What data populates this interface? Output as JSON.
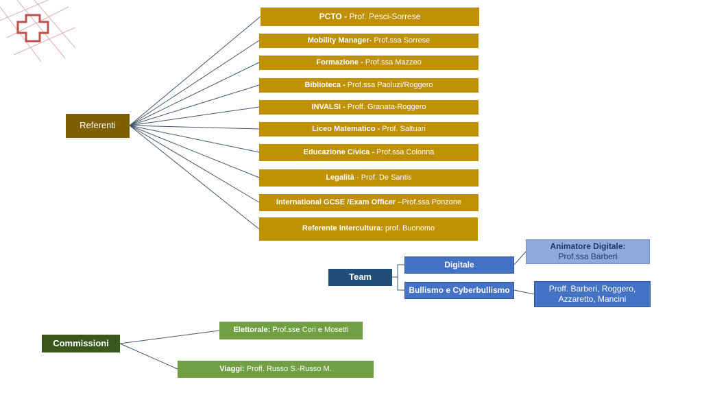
{
  "colors": {
    "referenti_root": "#7f6000",
    "referenti_item": "#bf9000",
    "team_root": "#1f4e79",
    "team_item": "#4472c4",
    "animatore": "#8eaadb",
    "commissioni_root": "#38581e",
    "commissioni_item": "#70a043",
    "connector": "#44546a"
  },
  "referenti": {
    "label": "Referenti",
    "items": [
      {
        "bold": "PCTO - ",
        "text": "Prof. Pesci-Sorrese"
      },
      {
        "bold": "Mobility Manager- ",
        "text": "Prof.ssa Sorrese"
      },
      {
        "bold": "Formazione - ",
        "text": "Prof.ssa Mazzeo"
      },
      {
        "bold": "Biblioteca - ",
        "text": "Prof.ssa Paoluzi/Roggero"
      },
      {
        "bold": "INVALSI - ",
        "text": "Proff. Granata-Roggero"
      },
      {
        "bold": "Liceo Matematico - ",
        "text": "Prof. Saltuari"
      },
      {
        "bold": "Educazione Civica - ",
        "text": "Prof.ssa Colonna"
      },
      {
        "bold": "Legalità ",
        "text": "- Prof. De Santis"
      },
      {
        "bold": "International GCSE /Exam Officer ",
        "text": "–Prof.ssa Ponzone"
      },
      {
        "bold": "Referente intercultura: ",
        "text": "prof. Buonomo"
      }
    ]
  },
  "team": {
    "label": "Team",
    "digitale": "Digitale",
    "animatore_title": "Animatore Digitale:",
    "animatore_name": "Prof.ssa Barberi",
    "bullismo": "Bullismo e Cyberbullismo",
    "bullismo_line1": "Proff.  Barberi, Roggero,",
    "bullismo_line2": "Azzaretto, Mancini"
  },
  "commissioni": {
    "label": "Commissioni",
    "items": [
      {
        "bold": "Elettorale: ",
        "text": "Prof.sse Cori e Mosetti"
      },
      {
        "bold": "Viaggi: ",
        "text": "Proff. Russo S.-Russo M."
      }
    ]
  }
}
